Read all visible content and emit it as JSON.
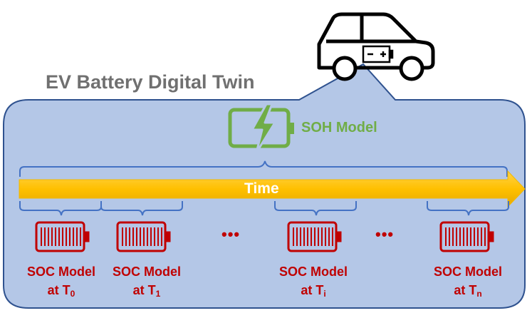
{
  "title": "EV Battery Digital Twin",
  "soh_model_label": "SOH Model",
  "time_label": "Time",
  "ellipsis": "•••",
  "soc_models": [
    {
      "line1": "SOC Model",
      "prefix": "at T",
      "subscript": "0"
    },
    {
      "line1": "SOC Model",
      "prefix": "at T",
      "subscript": "1"
    },
    {
      "line1": "SOC Model",
      "prefix": "at T",
      "subscript": "i"
    },
    {
      "line1": "SOC Model",
      "prefix": "at T",
      "subscript": "n"
    }
  ],
  "colors": {
    "panel_fill": "#b4c7e7",
    "panel_stroke": "#2f528f",
    "title": "#707070",
    "soh": "#70ad47",
    "soc": "#c00000",
    "arrow": "#ffc000",
    "bracket": "#4472c4"
  },
  "icons": [
    "car-icon",
    "battery-plus-minus-icon",
    "battery-charging-icon",
    "battery-cells-icon"
  ]
}
